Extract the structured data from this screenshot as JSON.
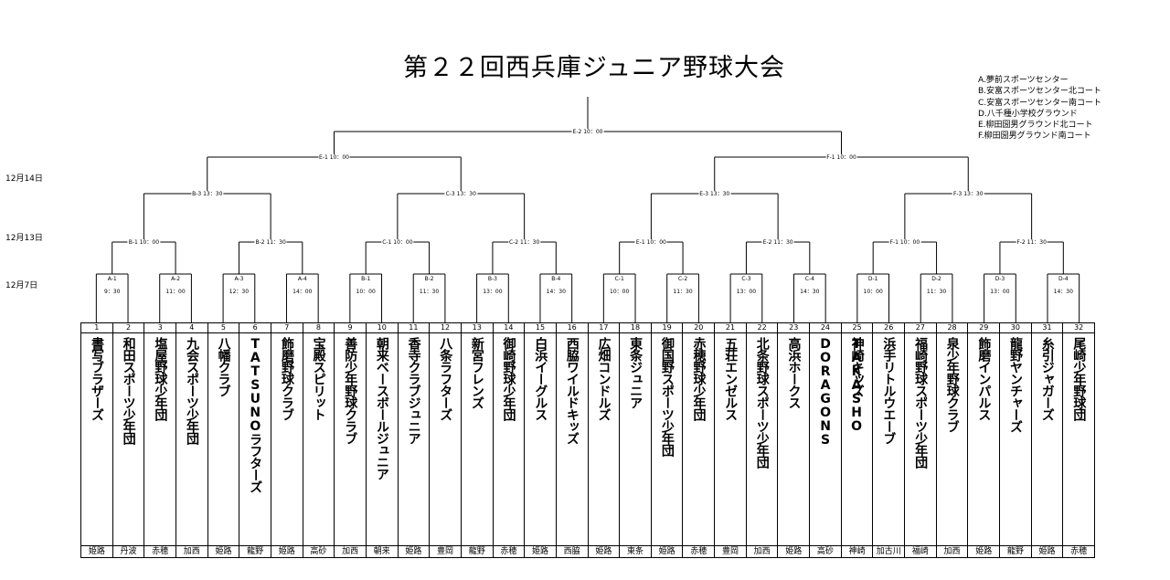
{
  "title": "第２２回西兵庫ジュニア野球大会",
  "legend": [
    "A.夢前スポーツセンター",
    "B.安富スポーツセンター北コート",
    "C.安富スポーツセンター南コート",
    "D.八千種小学校グラウンド",
    "E.柳田圀男グラウンド北コート",
    "F.柳田圀男グラウンド南コート"
  ],
  "round_dates": [
    "12月14日",
    "12月13日",
    "12月7日"
  ],
  "rounds": {
    "r1": [
      {
        "label": "A-1",
        "time": "9：30"
      },
      {
        "label": "A-2",
        "time": "11：00"
      },
      {
        "label": "A-3",
        "time": "12：30"
      },
      {
        "label": "A-4",
        "time": "14：00"
      },
      {
        "label": "B-1",
        "time": "10：00"
      },
      {
        "label": "B-2",
        "time": "11：30"
      },
      {
        "label": "B-3",
        "time": "13：00"
      },
      {
        "label": "B-4",
        "time": "14：30"
      },
      {
        "label": "C-1",
        "time": "10：00"
      },
      {
        "label": "C-2",
        "time": "11：30"
      },
      {
        "label": "C-3",
        "time": "13：00"
      },
      {
        "label": "C-4",
        "time": "14：30"
      },
      {
        "label": "D-1",
        "time": "10：00"
      },
      {
        "label": "D-2",
        "time": "11：30"
      },
      {
        "label": "D-3",
        "time": "13：00"
      },
      {
        "label": "D-4",
        "time": "14：30"
      }
    ],
    "r2": [
      "B-1 10：00",
      "B-2 11：30",
      "C-1 10：00",
      "C-2 11：30",
      "E-1 10：00",
      "E-2 11：30",
      "F-1 10：00",
      "F-2 11：30"
    ],
    "r3": [
      "B-3 13：30",
      "C-3 13：30",
      "E-3 13：30",
      "F-3 13：30"
    ],
    "r4": [
      "E-1 10：00",
      "F-1 10：00"
    ],
    "final": "E-2 10：00"
  },
  "teams": [
    {
      "num": "1",
      "name": "書写ブラザーズ",
      "area": "姫路"
    },
    {
      "num": "2",
      "name": "和田スポーツ少年団",
      "area": "丹波"
    },
    {
      "num": "3",
      "name": "塩屋野球少年団",
      "area": "赤穂"
    },
    {
      "num": "4",
      "name": "九会スポーツ少年団",
      "area": "加西"
    },
    {
      "num": "5",
      "name": "八幡クラブ",
      "area": "姫路"
    },
    {
      "num": "6",
      "name": "TATSUNOラフターズ",
      "area": "龍野"
    },
    {
      "num": "7",
      "name": "飾磨野球クラブ",
      "area": "姫路"
    },
    {
      "num": "8",
      "name": "宝殿スピリット",
      "area": "高砂"
    },
    {
      "num": "9",
      "name": "善防少年野球クラブ",
      "area": "加西"
    },
    {
      "num": "10",
      "name": "朝来ベースボールジュニア",
      "area": "朝来"
    },
    {
      "num": "11",
      "name": "香寺クラブジュニア",
      "area": "姫路"
    },
    {
      "num": "12",
      "name": "八条ラフターズ",
      "area": "豊岡"
    },
    {
      "num": "13",
      "name": "新宮フレンズ",
      "area": "龍野"
    },
    {
      "num": "14",
      "name": "御崎野球少年団",
      "area": "赤穂"
    },
    {
      "num": "15",
      "name": "白浜イーグルス",
      "area": "姫路"
    },
    {
      "num": "16",
      "name": "西脇ワイルドキッズ",
      "area": "西脇"
    },
    {
      "num": "17",
      "name": "広畑コンドルズ",
      "area": "姫路"
    },
    {
      "num": "18",
      "name": "東条ジュニア",
      "area": "東条"
    },
    {
      "num": "19",
      "name": "御国野スポーツ少年団",
      "area": "姫路"
    },
    {
      "num": "20",
      "name": "赤穂野球少年団",
      "area": "赤穂"
    },
    {
      "num": "21",
      "name": "五荘エンゼルス",
      "area": "豊岡"
    },
    {
      "num": "22",
      "name": "北条野球スポーツ少年団",
      "area": "加西"
    },
    {
      "num": "23",
      "name": "高浜ホークス",
      "area": "姫路"
    },
    {
      "num": "24",
      "name": "TAKASHO DORAGONS",
      "area": "高砂"
    },
    {
      "num": "25",
      "name": "神崎キッズ",
      "area": "神崎"
    },
    {
      "num": "26",
      "name": "浜手リトルウエーブ",
      "area": "加古川"
    },
    {
      "num": "27",
      "name": "福崎野球スポーツ少年団",
      "area": "福崎"
    },
    {
      "num": "28",
      "name": "泉少年野球クラブ",
      "area": "加西"
    },
    {
      "num": "29",
      "name": "飾磨インパルス",
      "area": "姫路"
    },
    {
      "num": "30",
      "name": "龍野ヤンチャーズ",
      "area": "龍野"
    },
    {
      "num": "31",
      "name": "糸引ジャガーズ",
      "area": "姫路"
    },
    {
      "num": "32",
      "name": "尾崎少年野球団",
      "area": "赤穂"
    }
  ]
}
